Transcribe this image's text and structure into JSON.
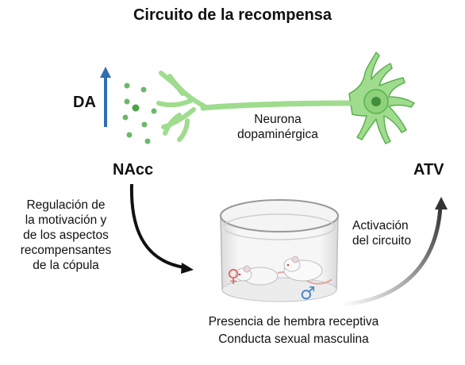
{
  "title": "Circuito de la recompensa",
  "labels": {
    "da": "DA",
    "nacc": "NAcc",
    "atv": "ATV",
    "neuron": [
      "Neurona",
      "dopaminérgica"
    ],
    "left_note": [
      "Regulación de",
      "la motivación y",
      "de los aspectos",
      "recompensantes",
      "de la cópula"
    ],
    "right_note": [
      "Activación",
      "del circuito"
    ],
    "bottom": [
      "Presencia de hembra receptiva",
      "Conducta  sexual masculina"
    ]
  },
  "symbols": {
    "female": "♀",
    "male": "♂"
  },
  "colors": {
    "neuron": "#9fdc8e",
    "neuron_stroke": "#5bb04c",
    "nucleus": "#3f8f3a",
    "dopamine": "#6ab86a",
    "da_arrow": "#2f6fb0",
    "female": "#e06b6b",
    "male": "#4a86c8"
  },
  "icons": [
    "up-arrow-icon",
    "dopamine-vesicle-icon",
    "neuron-icon",
    "curved-arrow-icon",
    "cage-icon",
    "rat-icon",
    "female-symbol-icon",
    "male-symbol-icon"
  ]
}
